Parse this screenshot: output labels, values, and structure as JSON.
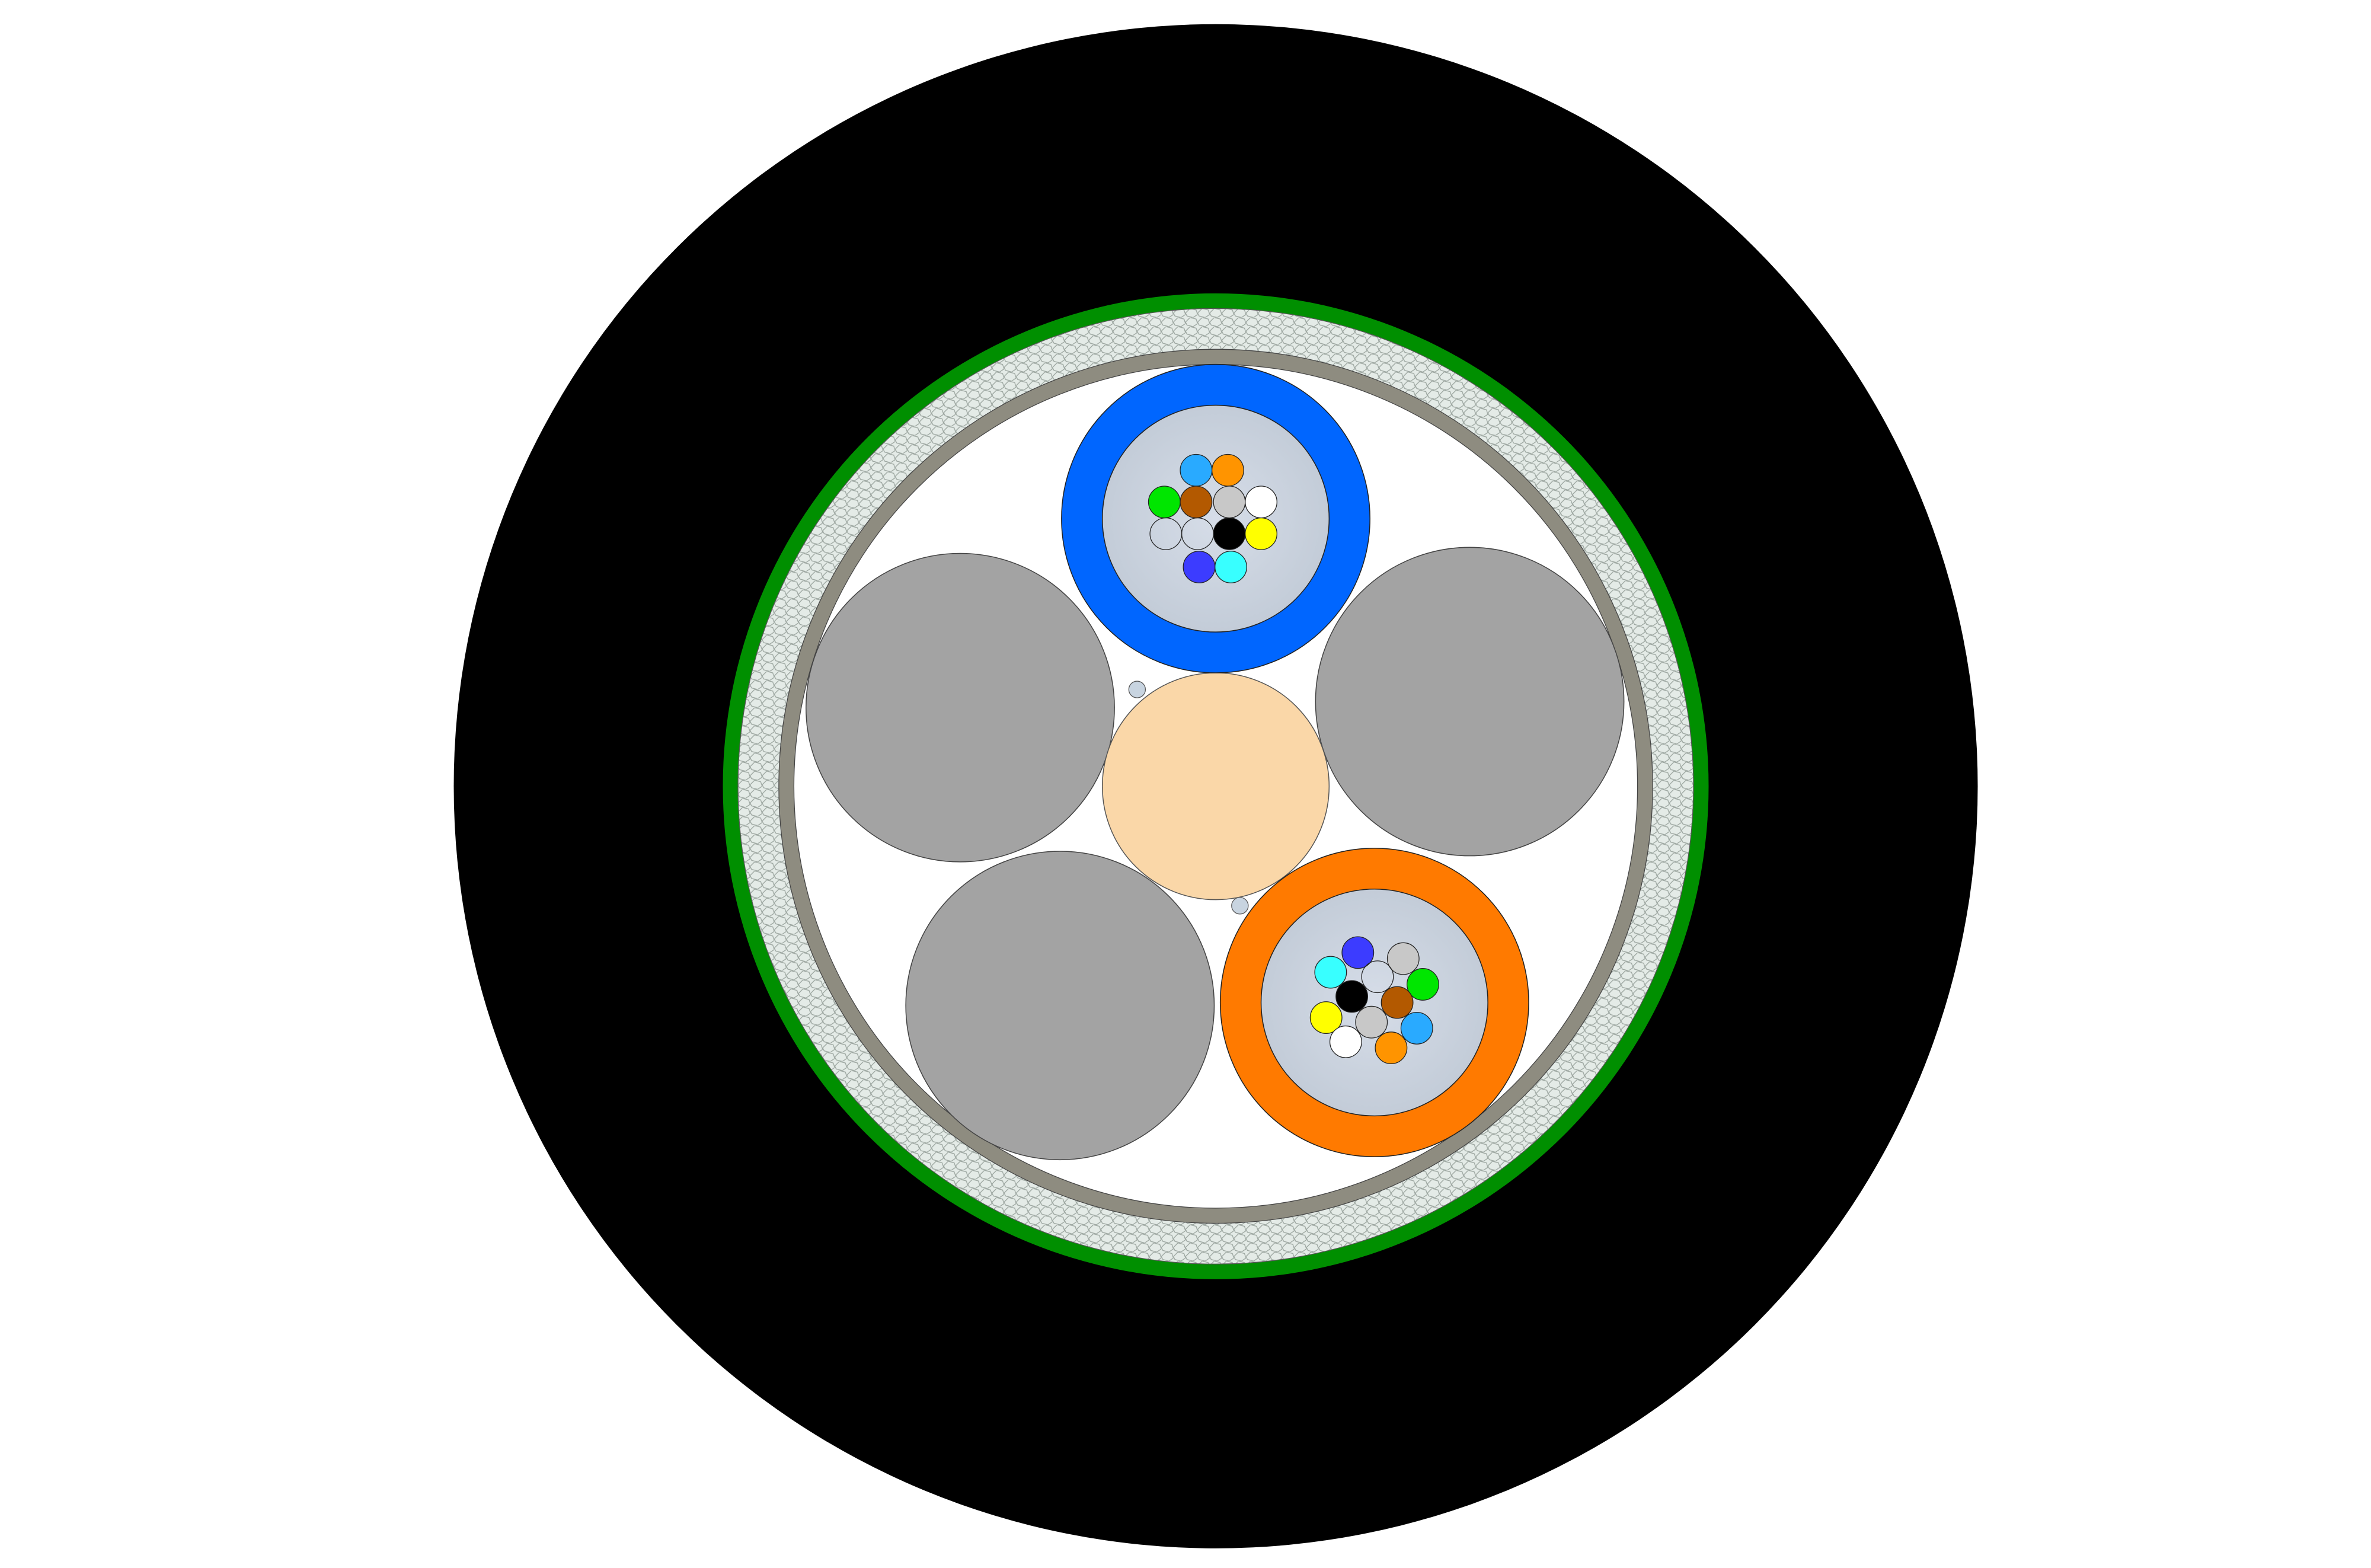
{
  "colors": {
    "outer_jacket": "#000000",
    "green_sheath": "#008f00",
    "armor": "#dfe6e2",
    "inner_ring": "#8e8c80",
    "core_fill": "#ffffff",
    "filler": "#a3a3a3",
    "central_member": "#fad7a8",
    "tube_gel": "#cdd5e0",
    "tube_blue": "#0066ff",
    "tube_orange": "#ff7a00",
    "water_blocking_yarn": "#c8d4e0"
  },
  "tubes": [
    {
      "name": "blue",
      "fibers": [
        "#29aaff",
        "#ff9400",
        "#00e600",
        "#b35900",
        "#c8c8c8",
        "#ffffff",
        "none",
        "none",
        "#000000",
        "#ffff00",
        "#3c3cff",
        "#38ffff"
      ]
    },
    {
      "name": "orange",
      "fibers": [
        "#3c3cff",
        "#c8c8c8",
        "#38ffff",
        "none",
        "#00e600",
        "#000000",
        "#b35900",
        "#ffff00",
        "#c8c8c8",
        "#29aaff",
        "#ffffff",
        "#ff9400"
      ]
    }
  ]
}
